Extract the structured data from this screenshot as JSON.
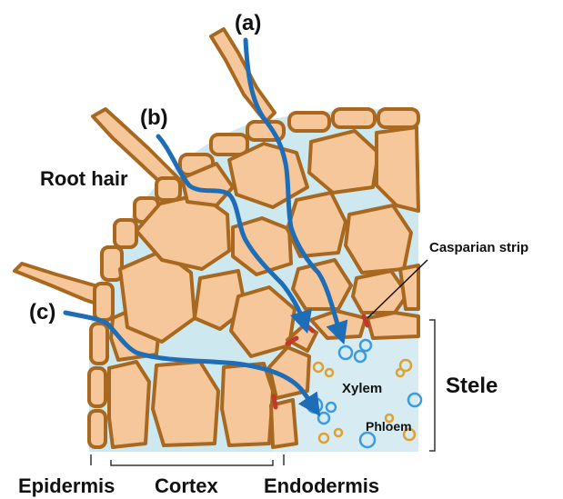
{
  "labels": {
    "pathway_a": "(a)",
    "pathway_b": "(b)",
    "pathway_c": "(c)",
    "root_hair": "Root hair",
    "casparian_strip": "Casparian strip",
    "xylem": "Xylem",
    "phloem": "Phloem",
    "stele": "Stele",
    "epidermis": "Epidermis",
    "cortex": "Cortex",
    "endodermis": "Endodermis"
  },
  "colors": {
    "cell_fill": "#f6c79a",
    "cell_wall": "#a8681f",
    "apoplast": "#cde9ef",
    "stele_fill": "#d6ecf2",
    "pathway_arrow": "#1f6db6",
    "casparian_strip": "#c0392b",
    "xylem_ring": "#3a9be0",
    "phloem_ring": "#e0a030",
    "bracket": "#333333"
  }
}
